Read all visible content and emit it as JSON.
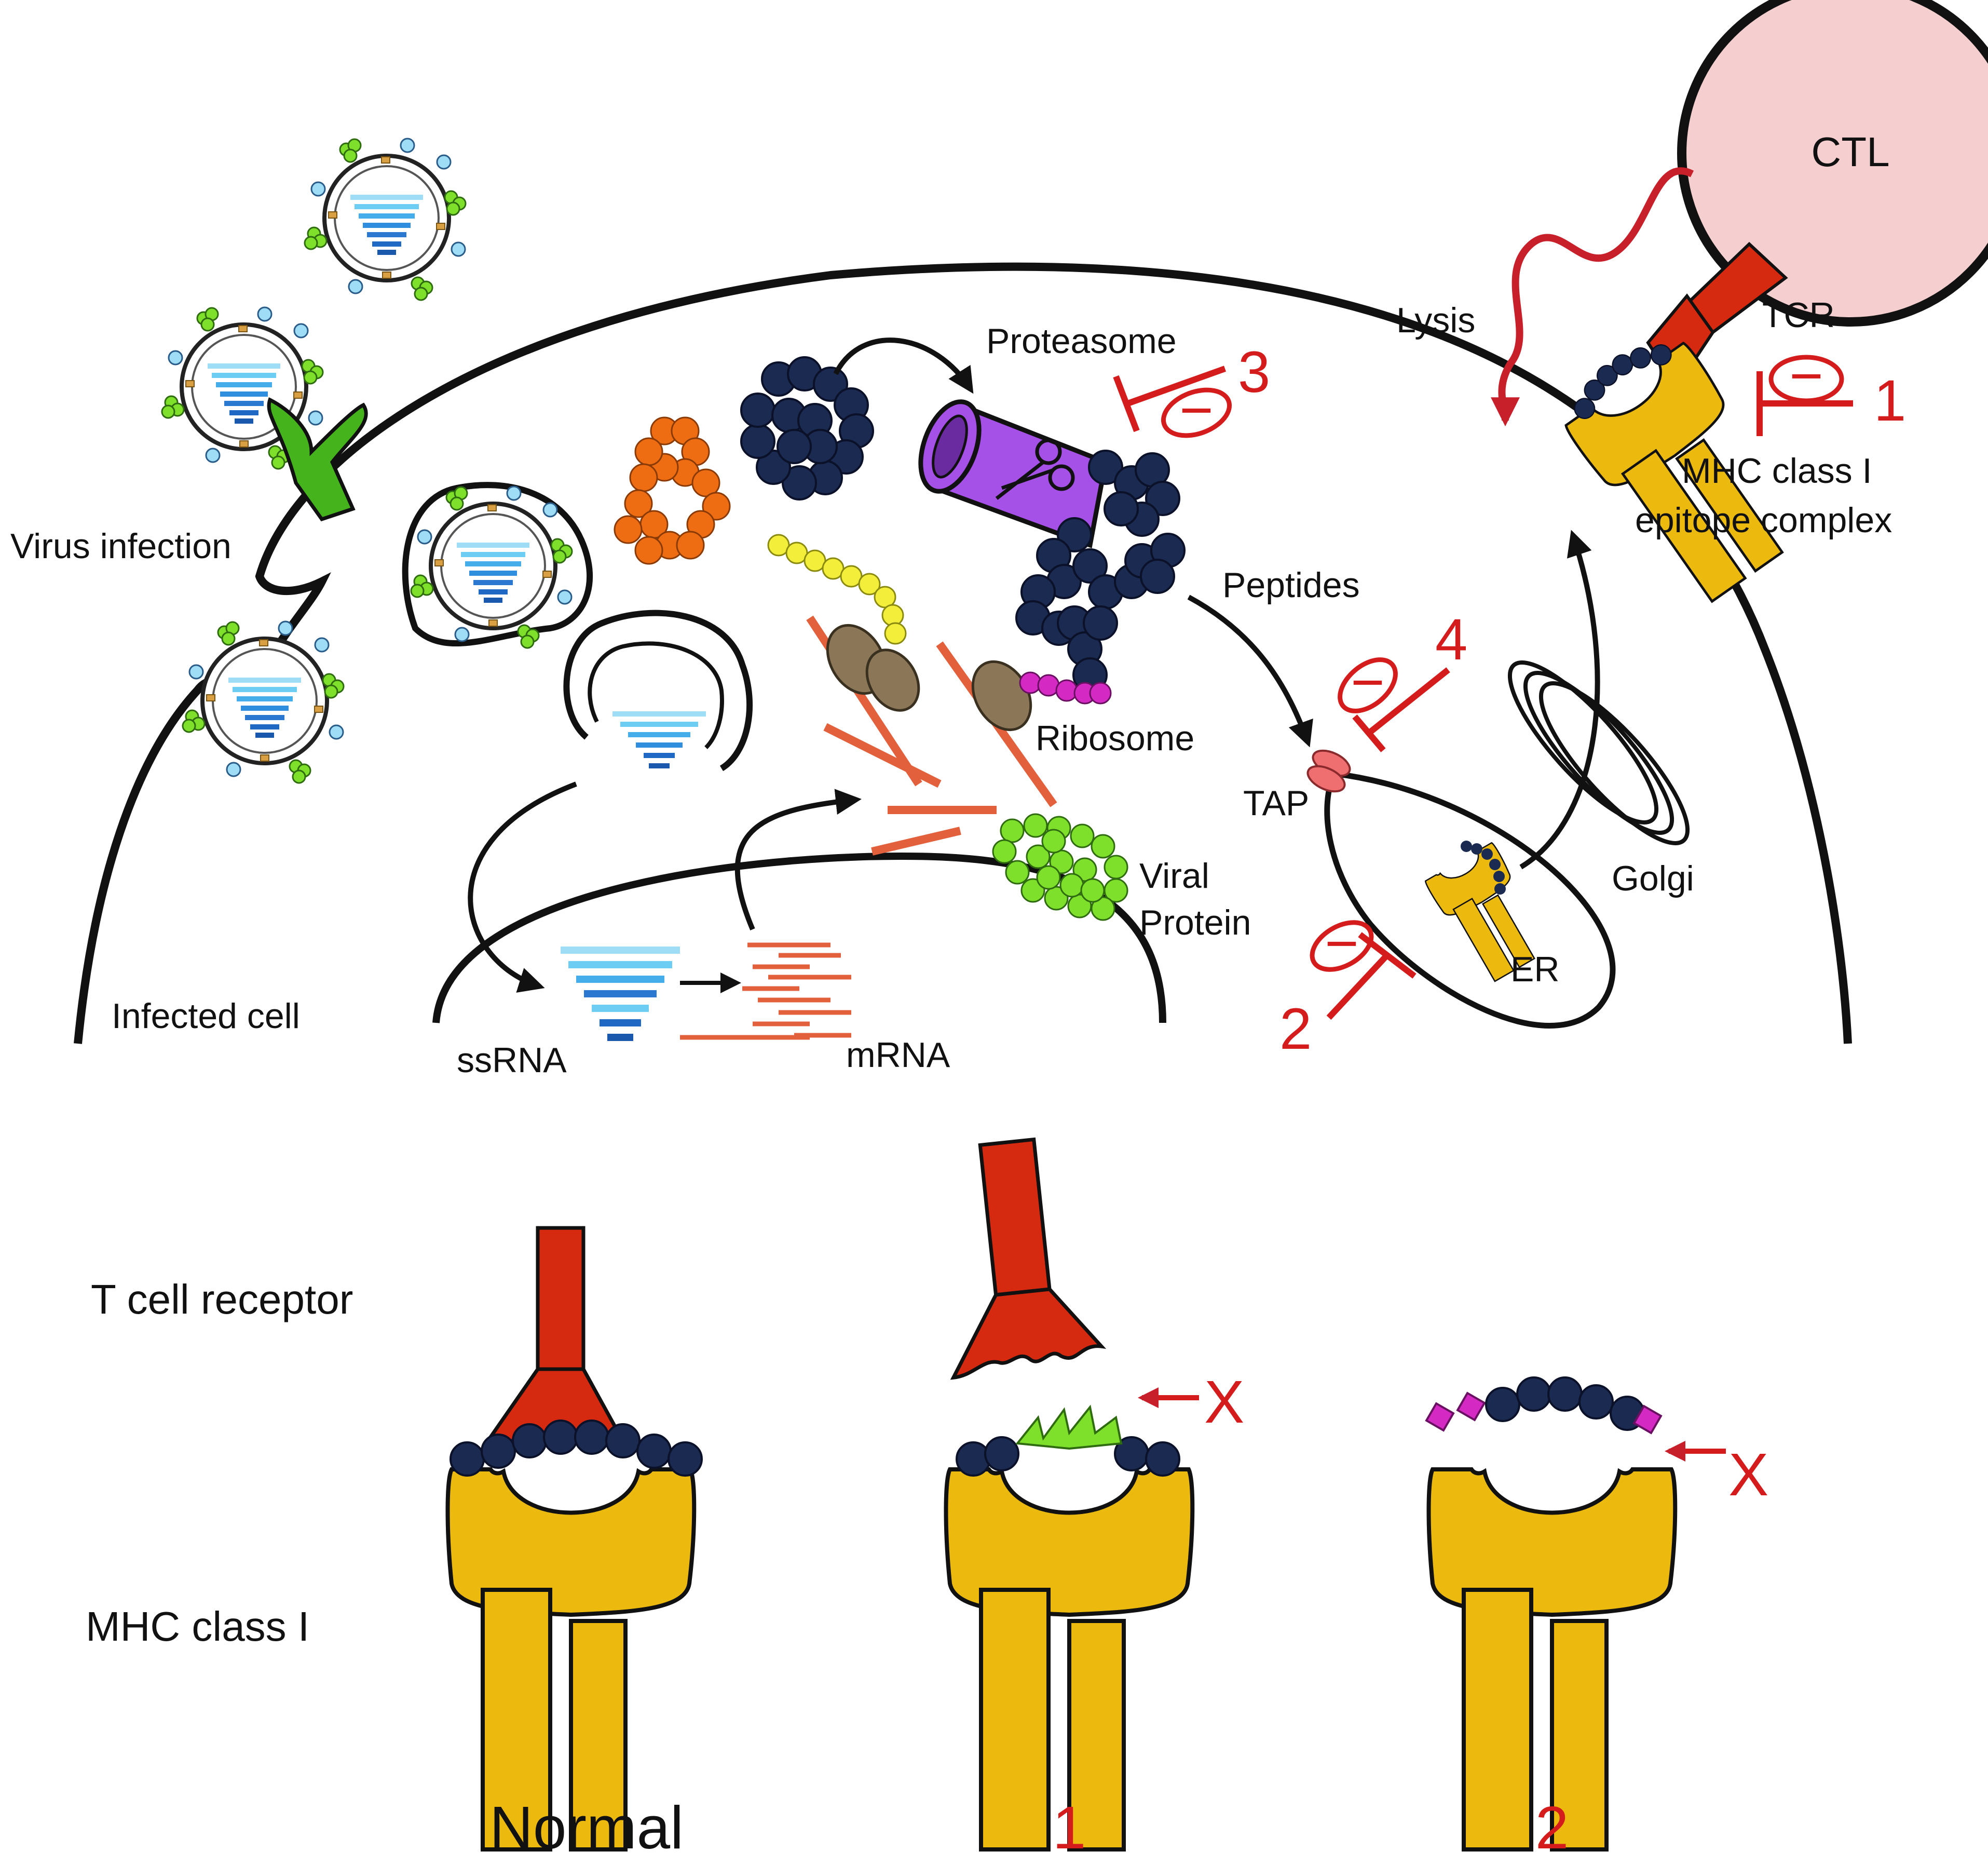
{
  "labels": {
    "ctl": "CTL",
    "lysis": "Lysis",
    "tcr": "TCR",
    "mhc_epitope_line1": "MHC class I",
    "mhc_epitope_line2": "epitope complex",
    "proteasome": "Proteasome",
    "peptides": "Peptides",
    "ribosome": "Ribosome",
    "viral_protein_line1": "Viral",
    "viral_protein_line2": "Protein",
    "tap": "TAP",
    "golgi": "Golgi",
    "er": "ER",
    "virus_infection": "Virus infection",
    "infected_cell": "Infected cell",
    "ssrna": "ssRNA",
    "mrna": "mRNA",
    "t_cell_receptor": "T cell receptor",
    "mhc_class_i": "MHC class I",
    "normal": "Normal",
    "case1": "1",
    "case2": "2"
  },
  "inhibition_markers": [
    "1",
    "2",
    "3",
    "4"
  ],
  "minus_sign": "−",
  "cross_mark": "X",
  "colors": {
    "tcr": "#d62a10",
    "mhc": "#ecb90e",
    "peptide": "#1b2a50",
    "peptide_blue": "#1f3d5e",
    "inhibition": "#d41c1c",
    "ctl": "#f5cfd0",
    "proteasome": "#a550e6",
    "receptor_green": "#44b31c",
    "orange_protein": "#ee6d12",
    "yellow_chain": "#f2ee3a",
    "magenta": "#d42ac3",
    "viral_protein": "#7ee02a",
    "ribosome": "#8b7758",
    "mrna": "#e2603c",
    "tap": "#ef6f71",
    "rna_light": "#6ecdf2",
    "rna_dark": "#1f68c4"
  }
}
